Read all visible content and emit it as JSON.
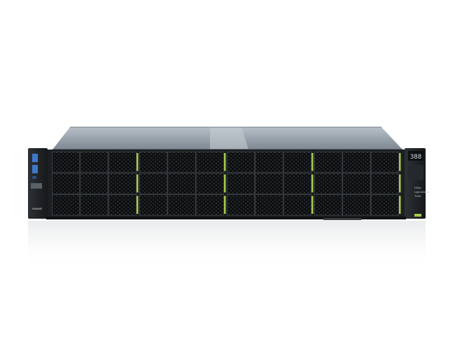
{
  "product": {
    "brand_logo_text": "HUAWEI",
    "display_digits": "388",
    "badge_lines": [
      "HiSec",
      "LogCollector",
      "7000"
    ]
  },
  "colors": {
    "chassis_top": "#a9b2ba",
    "chassis_top_dark": "#7f8a94",
    "front_panel": "#1c1f22",
    "bay_face": "#2a2e32",
    "release_tab": "#a6c94a",
    "led_blue": "#3e78c9",
    "display_text": "#d9dde2"
  },
  "layout_info": {
    "bay_rows": 3,
    "bay_cols": 12
  }
}
